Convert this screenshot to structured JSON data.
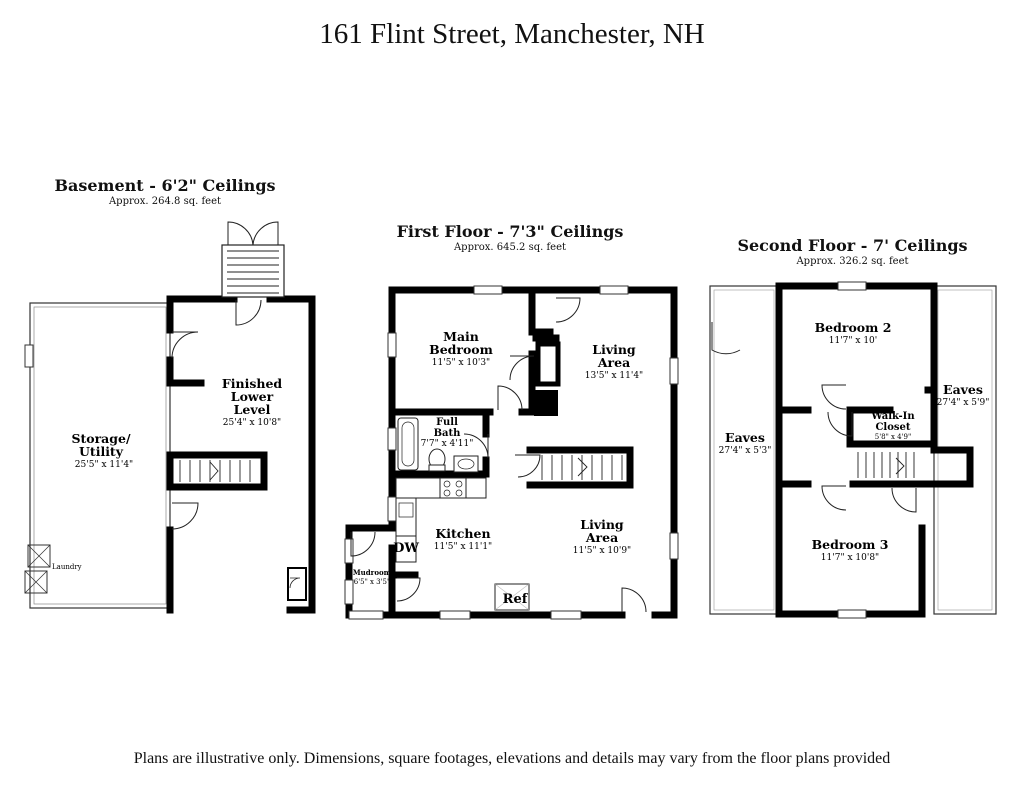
{
  "title": "161 Flint Street, Manchester, NH",
  "disclaimer": "Plans are illustrative only. Dimensions, square footages, elevations and details may vary from the floor plans provided",
  "floors": {
    "basement": {
      "name": "Basement - 6'2\" Ceilings",
      "area": "Approx. 264.8 sq. feet",
      "rooms": {
        "storage": {
          "name_1": "Storage/",
          "name_2": "Utility",
          "dim": "25'5\" x 11'4\""
        },
        "finished": {
          "name_1": "Finished",
          "name_2": "Lower",
          "name_3": "Level",
          "dim": "25'4\" x 10'8\""
        },
        "laundry": {
          "name": "Laundry"
        }
      }
    },
    "first": {
      "name": "First Floor - 7'3\" Ceilings",
      "area": "Approx. 645.2 sq. feet",
      "rooms": {
        "main_bedroom": {
          "name_1": "Main",
          "name_2": "Bedroom",
          "dim": "11'5\" x 10'3\""
        },
        "living_upper": {
          "name_1": "Living",
          "name_2": "Area",
          "dim": "13'5\" x 11'4\""
        },
        "full_bath": {
          "name_1": "Full",
          "name_2": "Bath",
          "dim": "7'7\" x 4'11\""
        },
        "kitchen": {
          "name": "Kitchen",
          "dim": "11'5\" x 11'1\""
        },
        "living_lower": {
          "name_1": "Living",
          "name_2": "Area",
          "dim": "11'5\" x 10'9\""
        },
        "mudroom": {
          "name": "Mudroom",
          "dim": "6'5\" x 3'5\""
        },
        "dw": "DW",
        "ref": "Ref"
      }
    },
    "second": {
      "name": "Second Floor - 7' Ceilings",
      "area": "Approx. 326.2 sq. feet",
      "rooms": {
        "bedroom2": {
          "name": "Bedroom 2",
          "dim": "11'7\" x 10'"
        },
        "eaves_left": {
          "name": "Eaves",
          "dim": "27'4\" x 5'3\""
        },
        "eaves_right": {
          "name": "Eaves",
          "dim": "27'4\" x 5'9\""
        },
        "walkin": {
          "name_1": "Walk-In",
          "name_2": "Closet",
          "dim": "5'8\" x 4'9\""
        },
        "bedroom3": {
          "name": "Bedroom 3",
          "dim": "11'7\" x 10'8\""
        }
      }
    }
  }
}
